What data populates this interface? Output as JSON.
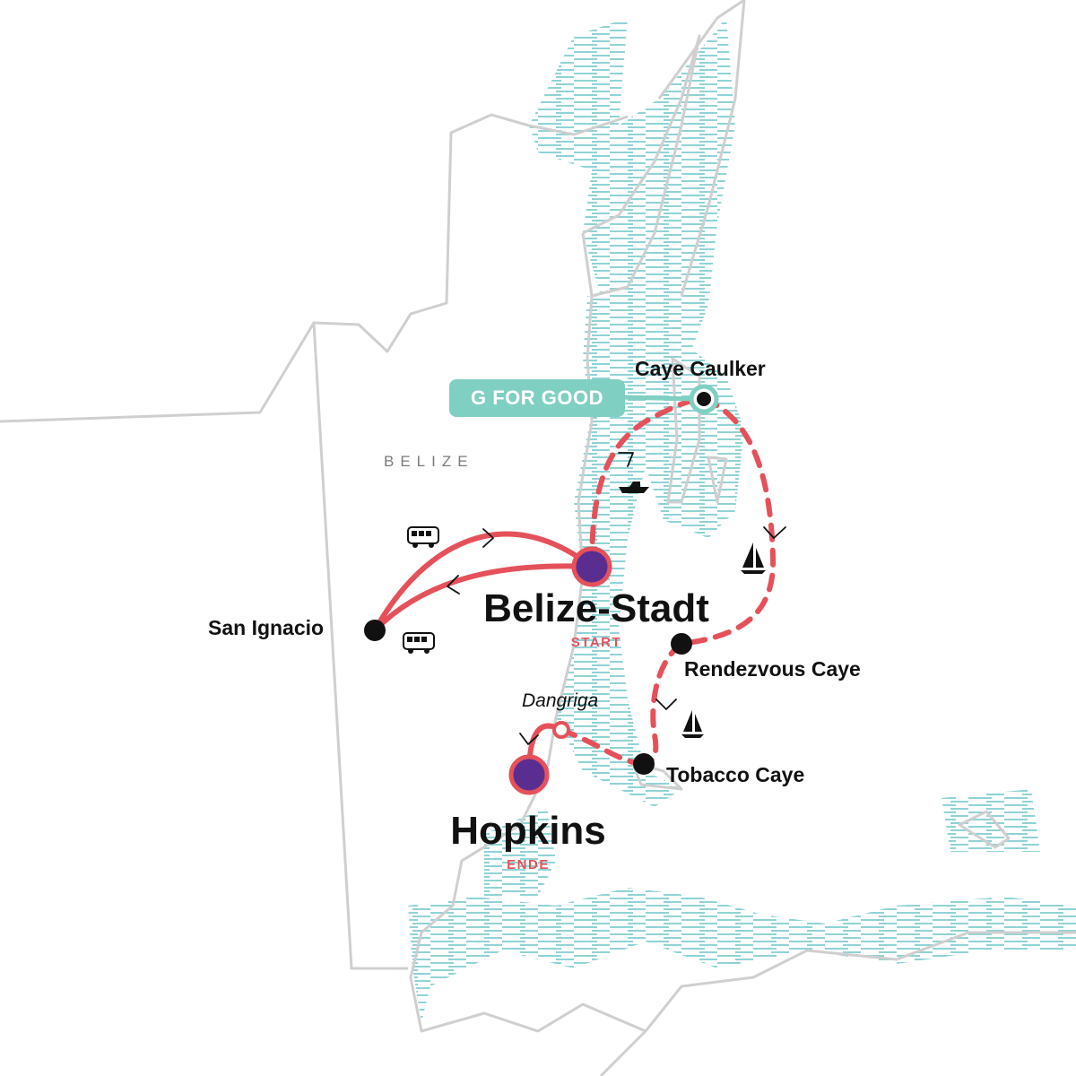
{
  "colors": {
    "route": "#e5515a",
    "endpoint_fill": "#5a2d91",
    "stop_dot": "#111111",
    "water_hatch": "#8fd3d6",
    "land_outline": "#cfcfcf",
    "badge": "#7fcfc2",
    "country_label": "#7a7a7a"
  },
  "country_label": "BELIZE",
  "badge": {
    "text": "G FOR GOOD"
  },
  "places": {
    "start": {
      "name": "Belize-Stadt",
      "tag": "START"
    },
    "end": {
      "name": "Hopkins",
      "tag": "ENDE"
    },
    "caye_caulker": {
      "name": "Caye Caulker"
    },
    "san_ignacio": {
      "name": "San Ignacio"
    },
    "rendezvous_caye": {
      "name": "Rendezvous Caye"
    },
    "tobacco_caye": {
      "name": "Tobacco Caye"
    },
    "dangriga": {
      "name": "Dangriga"
    }
  },
  "transport_icons": [
    "bus-icon",
    "bus-icon",
    "speedboat-icon",
    "sailboat-icon",
    "sailboat-icon"
  ]
}
